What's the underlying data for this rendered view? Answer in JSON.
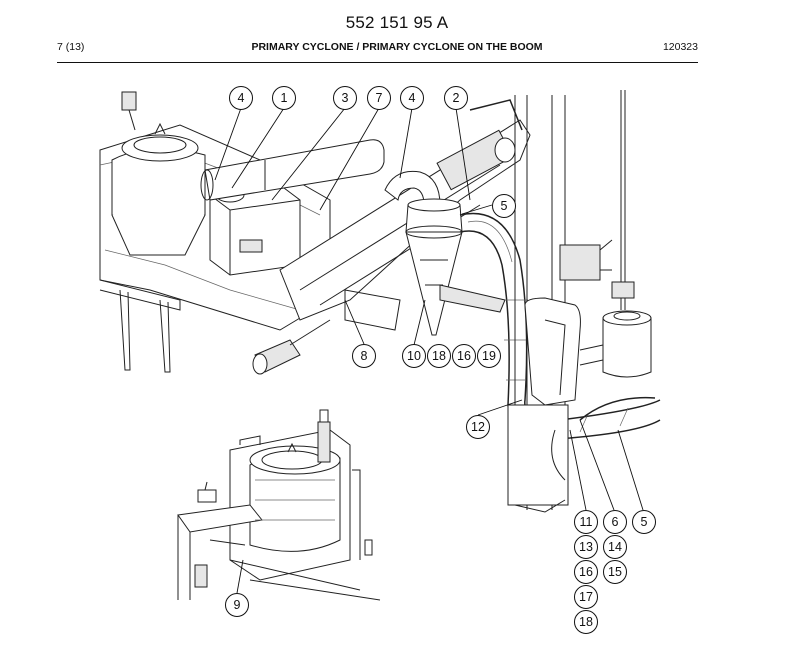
{
  "header": {
    "doc_number": "552 151 95 A",
    "page": "7 (13)",
    "title": "PRIMARY CYCLONE / PRIMARY CYCLONE ON THE BOOM",
    "date_code": "120323"
  },
  "callouts": [
    {
      "id": "c-4a",
      "label": "4"
    },
    {
      "id": "c-1",
      "label": "1"
    },
    {
      "id": "c-3",
      "label": "3"
    },
    {
      "id": "c-7",
      "label": "7"
    },
    {
      "id": "c-4b",
      "label": "4"
    },
    {
      "id": "c-2",
      "label": "2"
    },
    {
      "id": "c-5a",
      "label": "5"
    },
    {
      "id": "c-8",
      "label": "8"
    },
    {
      "id": "c-10",
      "label": "10"
    },
    {
      "id": "c-18a",
      "label": "18"
    },
    {
      "id": "c-16a",
      "label": "16"
    },
    {
      "id": "c-19",
      "label": "19"
    },
    {
      "id": "c-12",
      "label": "12"
    },
    {
      "id": "c-11",
      "label": "11"
    },
    {
      "id": "c-6",
      "label": "6"
    },
    {
      "id": "c-5b",
      "label": "5"
    },
    {
      "id": "c-13",
      "label": "13"
    },
    {
      "id": "c-14",
      "label": "14"
    },
    {
      "id": "c-16b",
      "label": "16"
    },
    {
      "id": "c-15",
      "label": "15"
    },
    {
      "id": "c-17",
      "label": "17"
    },
    {
      "id": "c-18b",
      "label": "18"
    },
    {
      "id": "c-9",
      "label": "9"
    }
  ]
}
